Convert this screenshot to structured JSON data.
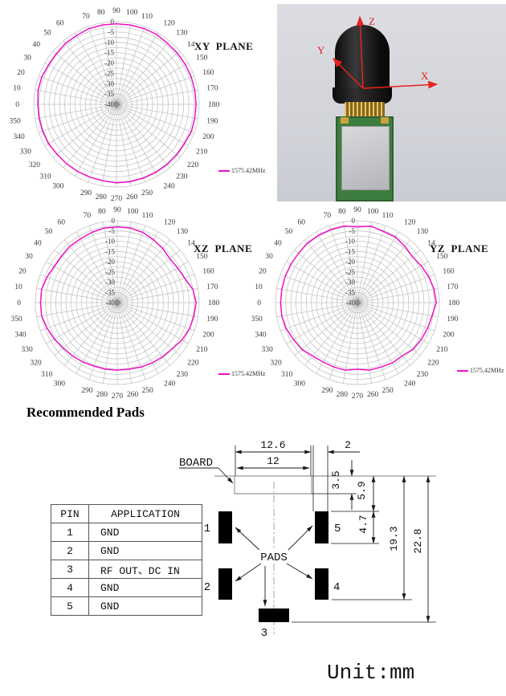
{
  "charts": {
    "legend_label": "1575.42MHz",
    "trace_color": "#ee10c5",
    "grid_color": "#c5c5c5",
    "label_color": "#3a3a3a"
  },
  "chart_data": [
    {
      "type": "line",
      "subtype": "polar-radiation-pattern",
      "title": "XY  PLANE",
      "legend": [
        "1575.42MHz"
      ],
      "legend_position": "right",
      "grid": true,
      "angle_step": 10,
      "angle_label_140": "14",
      "radial_axis": {
        "unit": "dB",
        "range": [
          -40,
          0
        ],
        "ring_step": 2.5,
        "ticks": [
          0,
          -5,
          -10,
          -15,
          -20,
          -25,
          -30,
          -35,
          -40
        ]
      },
      "series": [
        {
          "name": "1575.42MHz",
          "values_db": [
            -2,
            -1.5,
            -1.5,
            -2,
            -2,
            -1.5,
            -1.5,
            -1,
            -1,
            -1,
            -1,
            -1,
            -1,
            -1.5,
            -1.5,
            -1.5,
            -1.5,
            -1.5,
            -1.5,
            -1.5,
            -1.5,
            -2,
            -2,
            -2,
            -2,
            -2,
            -2,
            -2,
            -2.5,
            -2.5,
            -2.5,
            -2.5,
            -2.5,
            -2,
            -2,
            -2
          ]
        }
      ]
    },
    {
      "type": "line",
      "subtype": "polar-radiation-pattern",
      "title": "XZ  PLANE",
      "legend": [
        "1575.42MHz"
      ],
      "legend_position": "right",
      "grid": true,
      "angle_step": 10,
      "angle_label_140": "14",
      "radial_axis": {
        "unit": "dB",
        "range": [
          -40,
          0
        ],
        "ring_step": 2.5,
        "ticks": [
          0,
          -5,
          -10,
          -15,
          -20,
          -25,
          -30,
          -35,
          -40
        ]
      },
      "series": [
        {
          "name": "1575.42MHz",
          "values_db": [
            -2.5,
            -2.5,
            -3.5,
            -4.5,
            -4.5,
            -4,
            -4,
            -3.5,
            -3,
            -3,
            -3,
            -3.5,
            -4.5,
            -5.5,
            -6.5,
            -6,
            -5,
            -2.5,
            -1.5,
            -2,
            -2.5,
            -3.5,
            -5,
            -5.5,
            -6,
            -6.5,
            -7,
            -7,
            -7,
            -7,
            -6.5,
            -6,
            -5.5,
            -4.5,
            -3.5,
            -2.5
          ]
        }
      ]
    },
    {
      "type": "line",
      "subtype": "polar-radiation-pattern",
      "title": "YZ  PLANE",
      "legend": [
        "1575.42MHz"
      ],
      "legend_position": "right",
      "grid": true,
      "angle_step": 10,
      "angle_label_140": "14",
      "radial_axis": {
        "unit": "dB",
        "range": [
          -40,
          0
        ],
        "ring_step": 2.5,
        "ticks": [
          0,
          -5,
          -10,
          -15,
          -20,
          -25,
          -30,
          -35,
          -40
        ]
      },
      "series": [
        {
          "name": "1575.42MHz",
          "values_db": [
            -2.5,
            -2.5,
            -2.5,
            -2.5,
            -2.5,
            -2,
            -2,
            -2,
            -2,
            -3,
            -2,
            -3,
            -3,
            -4,
            -5,
            -4,
            -3,
            -2,
            -1.5,
            -3,
            -3.5,
            -4,
            -4.5,
            -6,
            -6,
            -6.5,
            -6.5,
            -7.5,
            -6.5,
            -6.5,
            -6.5,
            -6,
            -4.5,
            -4,
            -3,
            -2.5
          ]
        }
      ]
    }
  ],
  "photo": {
    "axis_color": "#e8231e",
    "axis_labels": {
      "x": "X",
      "y": "Y",
      "z": "Z"
    }
  },
  "pads_section": {
    "heading": "Recommended Pads",
    "table": {
      "columns": [
        "PIN",
        "APPLICATION"
      ],
      "rows": [
        [
          "1",
          "GND"
        ],
        [
          "2",
          "GND"
        ],
        [
          "3",
          "RF OUT、DC IN"
        ],
        [
          "4",
          "GND"
        ],
        [
          "5",
          "GND"
        ]
      ]
    },
    "drawing": {
      "board_label": "BOARD",
      "pads_label": "PADS",
      "pad_numbers": [
        "1",
        "2",
        "3",
        "4",
        "5"
      ],
      "dimensions": {
        "outer_width": "12.6",
        "inner_width": "12",
        "right_gap": "2",
        "notch_depth": "3.5",
        "edge_to_pad_top": "5.9",
        "pad_height": "4.7",
        "edge_to_lower_pads": "19.3",
        "edge_to_bottom_pad": "22.8"
      },
      "unit_note": "Unit:mm"
    }
  }
}
